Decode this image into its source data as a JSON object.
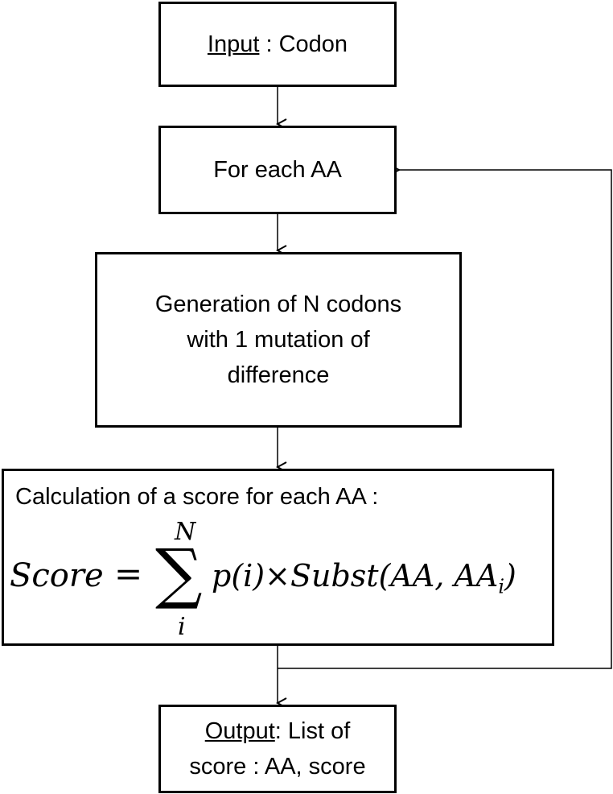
{
  "nodes": {
    "input": {
      "label_underlined": "Input",
      "label_rest": " : Codon"
    },
    "loop": {
      "label": "For each AA"
    },
    "generation": {
      "lines": [
        "Generation of N codons",
        "with 1 mutation of",
        "difference"
      ]
    },
    "calculation": {
      "title": "Calculation of a score for each AA :",
      "formula": {
        "lhs": "Score",
        "equals": "=",
        "sum_symbol": "∑",
        "sum_upper": "N",
        "sum_lower": "i",
        "term": "p(i)×Subst(AA, AA",
        "term_subscript": "i",
        "term_close": ")"
      }
    },
    "output": {
      "label_underlined": "Output",
      "label_rest": ": List of",
      "line2": "score : AA, score"
    }
  }
}
